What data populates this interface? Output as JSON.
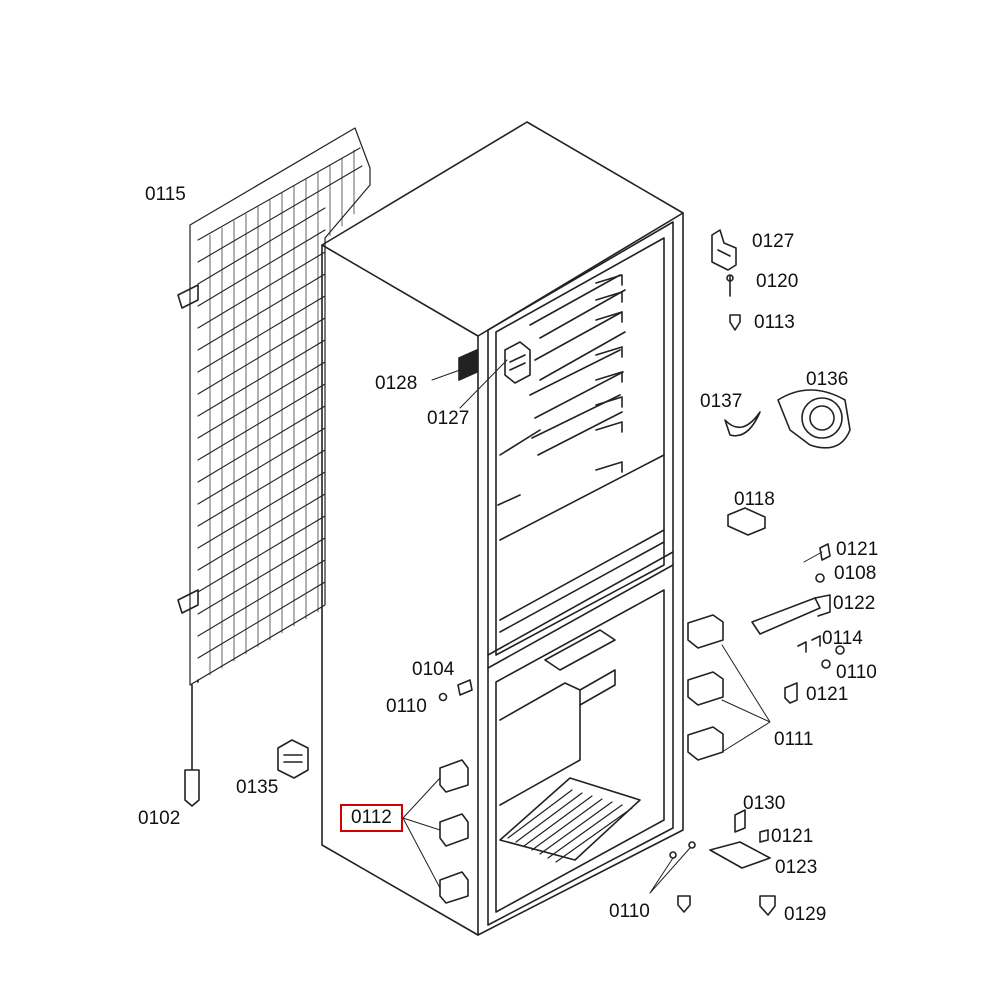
{
  "diagram": {
    "labels": [
      {
        "id": "condenser",
        "text": "0115"
      },
      {
        "id": "drier",
        "text": "0102"
      },
      {
        "id": "connector",
        "text": "0135"
      },
      {
        "id": "highlighted-part",
        "text": "0112"
      },
      {
        "id": "label-plate",
        "text": "0128"
      },
      {
        "id": "inner-hinge",
        "text": "0127"
      },
      {
        "id": "screw-set-left",
        "text": "0104"
      },
      {
        "id": "washer-left",
        "text": "0110"
      },
      {
        "id": "top-hinge",
        "text": "0127"
      },
      {
        "id": "hinge-pin",
        "text": "0120"
      },
      {
        "id": "hinge-screw",
        "text": "0113"
      },
      {
        "id": "fan-cover-small",
        "text": "0137"
      },
      {
        "id": "fan-cover",
        "text": "0136"
      },
      {
        "id": "switch",
        "text": "0118"
      },
      {
        "id": "bolt-upper",
        "text": "0121"
      },
      {
        "id": "bushing",
        "text": "0108"
      },
      {
        "id": "middle-hinge",
        "text": "0122"
      },
      {
        "id": "screw-middle",
        "text": "0114"
      },
      {
        "id": "washer-middle",
        "text": "0110"
      },
      {
        "id": "bolt-lower",
        "text": "0121"
      },
      {
        "id": "door-bracket",
        "text": "0111"
      },
      {
        "id": "cap",
        "text": "0130"
      },
      {
        "id": "bolt-bottom",
        "text": "0121"
      },
      {
        "id": "bottom-hinge",
        "text": "0123"
      },
      {
        "id": "washer-bottom",
        "text": "0110"
      },
      {
        "id": "foot",
        "text": "0129"
      }
    ],
    "highlight_color": "#d40000",
    "line_color": "#222222"
  }
}
